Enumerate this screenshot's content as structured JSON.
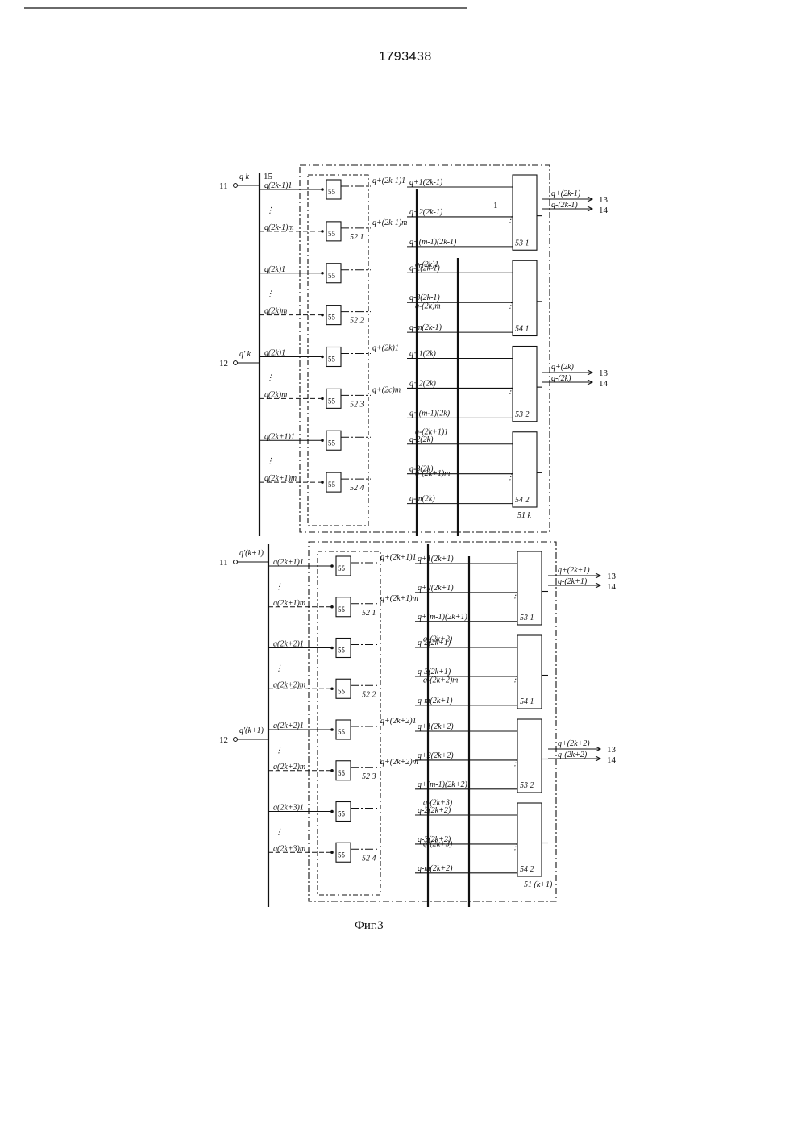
{
  "document": {
    "patent_number": "1793438",
    "figure_caption": "Фиг.3"
  },
  "diagram": {
    "bus_label": "15",
    "first_module": {
      "input_labels": [
        "11",
        "12"
      ],
      "input_signals": [
        "q k",
        "q' k"
      ],
      "block_label": "51 k",
      "left_rows": [
        "q(2k-1)1",
        "q(2k-1)m",
        "q(2k)1",
        "q(2k)m",
        "q(2k)1",
        "q(2k)m",
        "q(2k+1)1",
        "q(2k+1)m"
      ],
      "mid_signals": [
        "q+(2k-1)1",
        "q+(2k-1)m",
        "q-(2k)1",
        "q-(2k)m",
        "q+(2k)1",
        "q+(2c)m",
        "q-(2k+1)1",
        "q-(2k+1)m"
      ],
      "tri_labels": [
        "52 1",
        "52 2",
        "52 3",
        "52 4"
      ],
      "adder_labels": [
        "53 1",
        "54 1",
        "53 2",
        "54 2"
      ],
      "adder_top_mark": "1",
      "adder_inputs": [
        [
          "q+1(2k-1)",
          "q+2(2k-1)",
          "q+(m-1)(2k-1)"
        ],
        [
          "q-2(2k-1)",
          "q-3(2k-1)",
          "q-m(2k-1)"
        ],
        [
          "q+1(2k)",
          "q+2(2k)",
          "q+(m-1)(2k)"
        ],
        [
          "q-2(2k)",
          "q-3(2k)",
          "q-m(2k)"
        ]
      ],
      "outputs": [
        {
          "plus": "q+(2k-1)",
          "minus": "q-(2k-1)",
          "pin_plus": "13",
          "pin_minus": "14"
        },
        {
          "plus": "q+(2k)",
          "minus": "q-(2k)",
          "pin_plus": "13",
          "pin_minus": "14"
        }
      ]
    },
    "second_module": {
      "input_labels": [
        "11",
        "12"
      ],
      "input_signals": [
        "q'(k+1)",
        "q'(k+1)"
      ],
      "block_label": "51 (k+1)",
      "left_rows": [
        "q(2k+1)1",
        "q(2k+1)m",
        "q(2k+2)1",
        "q(2k+2)m",
        "q(2k+2)1",
        "q(2k+2)m",
        "q(2k+3)1",
        "q(2k+3)m"
      ],
      "mid_signals": [
        "q+(2k+1)1",
        "q+(2k+1)m",
        "q-(2k+2)",
        "q-(2k+2)m",
        "q+(2k+2)1",
        "q+(2k+2)m",
        "q-(2k+3)",
        "q-(2k+3)"
      ],
      "tri_labels": [
        "52 1",
        "52 2",
        "52 3",
        "52 4"
      ],
      "adder_labels": [
        "53 1",
        "54 1",
        "53 2",
        "54 2"
      ],
      "adder_inputs": [
        [
          "q+1(2k+1)",
          "q+2(2k+1)",
          "q+(m-1)(2k+1)"
        ],
        [
          "q-2(2k+1)",
          "q-3(2k+1)",
          "q-m(2k+1)"
        ],
        [
          "q+1(2k+2)",
          "q+2(2k+2)",
          "q+(m-1)(2k+2)"
        ],
        [
          "q-2(2k+2)",
          "q-3(2k+2)",
          "q-m(2k+2)"
        ]
      ],
      "outputs": [
        {
          "plus": "q+(2k+1)",
          "minus": "q-(2k+1)",
          "pin_plus": "13",
          "pin_minus": "14"
        },
        {
          "plus": "q+(2k+2)",
          "minus": "q-(2k+2)",
          "pin_plus": "13",
          "pin_minus": "14"
        }
      ]
    },
    "element_label": "55"
  }
}
